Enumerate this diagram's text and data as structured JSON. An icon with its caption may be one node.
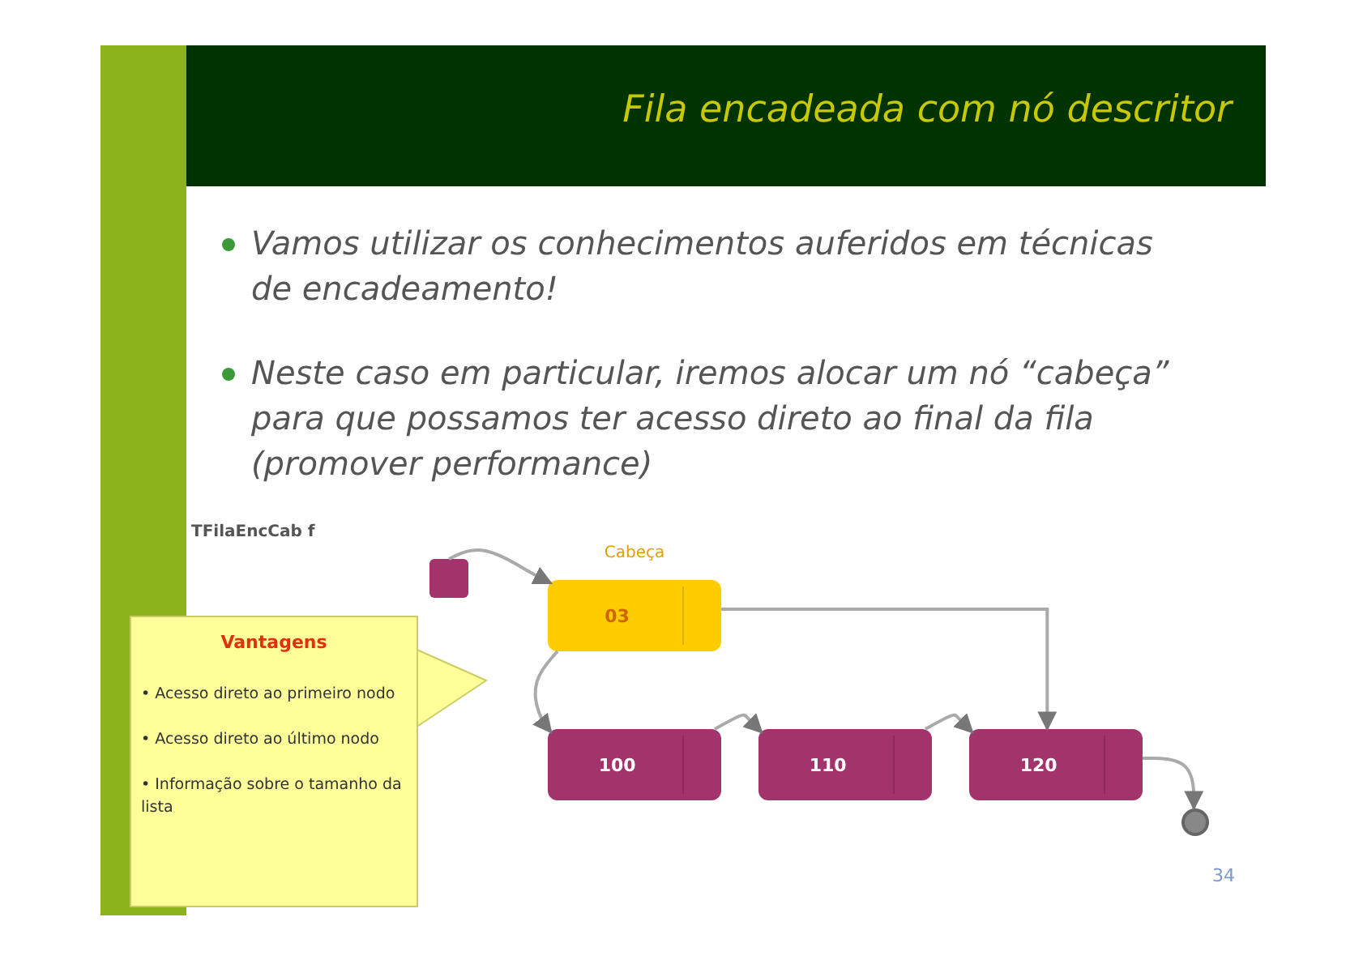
{
  "diagram": {
    "title": "Fila encadeada com nó descritor",
    "nodes": [
      {
        "text": [
          "Vantagens",
          "• Acesso direto ao primeiro nodo",
          "• Acesso direto ao último nodo",
          "• Informação sobre o tamanho da lista"
        ]
      },
      {
        "text": [],
        "shape": "box"
      },
      {
        "text": [
          "03"
        ],
        "beside": [
          "Cabeça"
        ]
      },
      {
        "text": [
          "100"
        ]
      },
      {
        "text": [
          "110"
        ]
      },
      {
        "text": [
          "120"
        ]
      },
      {
        "text": [],
        "shape": "circle"
      }
    ],
    "edges": [
      {
        "from": 1,
        "to": 2,
        "arrow": "to"
      },
      {
        "from": 2,
        "to": 3,
        "arrow": "to"
      },
      {
        "from": 2,
        "to": 5,
        "arrow": "to"
      },
      {
        "from": 3,
        "to": 4,
        "arrow": "to"
      },
      {
        "from": 4,
        "to": 5,
        "arrow": "to"
      },
      {
        "from": 5,
        "to": 6,
        "arrow": "to"
      }
    ],
    "labels": [
      "Vamos utilizar os conhecimentos auferidos em técnicas de encadeamento!",
      "Neste caso em particular, iremos alocar um nó “cabeça” para que possamos ter acesso direto ao final da fila (promover performance)",
      "TFilaEncCab f",
      "34"
    ]
  }
}
